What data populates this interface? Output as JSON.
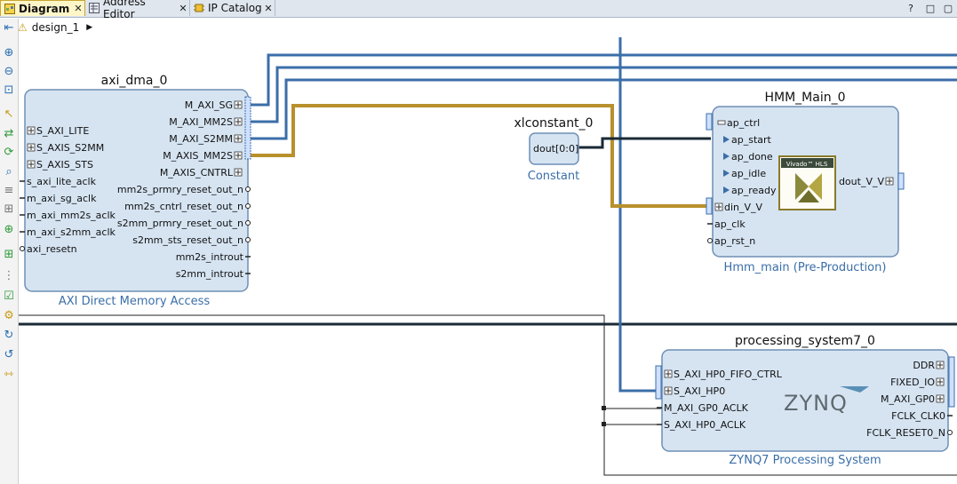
{
  "tabs": [
    {
      "label": "Diagram",
      "icon": "diagram-icon"
    },
    {
      "label": "Address Editor",
      "icon": "address-editor-icon"
    },
    {
      "label": "IP Catalog",
      "icon": "ip-catalog-icon"
    }
  ],
  "window_buttons": {
    "help": "?",
    "restore": "□",
    "maximize": "▢"
  },
  "breadcrumb": {
    "label": "design_1"
  },
  "toolbar_icons": [
    "pointer-icon",
    "zoom-in-icon",
    "zoom-out-icon",
    "zoom-fit-icon",
    "select-icon",
    "auto-connect-icon",
    "regenerate-layout-icon",
    "search-icon",
    "align-icon",
    "expand-icon",
    "add-ip-icon",
    "add-module-icon",
    "validate-icon",
    "settings-icon",
    "refresh-icon",
    "reload-icon",
    "port-icon"
  ],
  "blocks": {
    "axi_dma": {
      "name": "axi_dma_0",
      "subtitle": "AXI Direct Memory Access",
      "left_ports": [
        "S_AXI_LITE",
        "S_AXIS_S2MM",
        "S_AXIS_STS",
        "s_axi_lite_aclk",
        "m_axi_sg_aclk",
        "m_axi_mm2s_aclk",
        "m_axi_s2mm_aclk",
        "axi_resetn"
      ],
      "right_ports": [
        "M_AXI_SG",
        "M_AXI_MM2S",
        "M_AXI_S2MM",
        "M_AXIS_MM2S",
        "M_AXIS_CNTRL",
        "mm2s_prmry_reset_out_n",
        "mm2s_cntrl_reset_out_n",
        "s2mm_prmry_reset_out_n",
        "s2mm_sts_reset_out_n",
        "mm2s_introut",
        "s2mm_introut"
      ]
    },
    "xlconstant": {
      "name": "xlconstant_0",
      "port": "dout[0:0]",
      "subtitle": "Constant"
    },
    "hmm": {
      "name": "HMM_Main_0",
      "subtitle": "Hmm_main (Pre-Production)",
      "left_ports": [
        "ap_ctrl",
        "ap_start",
        "ap_done",
        "ap_idle",
        "ap_ready",
        "din_V_V",
        "ap_clk",
        "ap_rst_n"
      ],
      "right_ports": [
        "dout_V_V"
      ],
      "logo": "Vivado™ HLS"
    },
    "ps7": {
      "name": "processing_system7_0",
      "subtitle": "ZYNQ7 Processing System",
      "left_ports": [
        "S_AXI_HP0_FIFO_CTRL",
        "S_AXI_HP0",
        "M_AXI_GP0_ACLK",
        "S_AXI_HP0_ACLK"
      ],
      "right_ports": [
        "DDR",
        "FIXED_IO",
        "M_AXI_GP0",
        "FCLK_CLK0",
        "FCLK_RESET0_N"
      ],
      "logo": "ZYNQ"
    }
  },
  "colors": {
    "block_fill": "#d6e4f2",
    "block_border": "#6f8fb5",
    "bus_blue": "#3b6ea8",
    "bus_gold": "#b8902c",
    "wire": "#1a2a36"
  }
}
